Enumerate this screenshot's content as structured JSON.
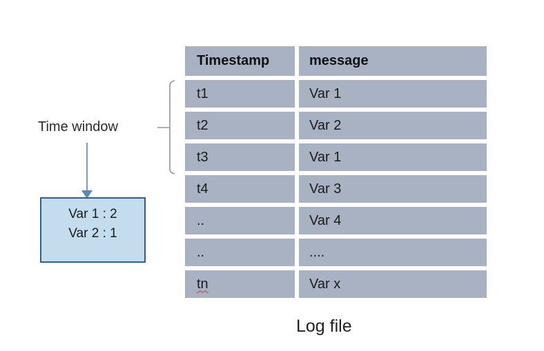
{
  "diagram": {
    "time_window_label": "Time window",
    "summary_box": {
      "lines": [
        "Var 1 : 2",
        "Var 2 : 1"
      ]
    },
    "caption": "Log file"
  },
  "table": {
    "headers": {
      "timestamp": "Timestamp",
      "message": "message"
    },
    "rows": [
      {
        "timestamp": "t1",
        "message": "Var 1"
      },
      {
        "timestamp": "t2",
        "message": "Var 2"
      },
      {
        "timestamp": "t3",
        "message": "Var 1"
      },
      {
        "timestamp": "t4",
        "message": "Var 3"
      },
      {
        "timestamp": "..",
        "message": "Var 4"
      },
      {
        "timestamp": "..",
        "message": "...."
      },
      {
        "timestamp": "tn",
        "message": "Var x"
      }
    ],
    "time_window_row_count": 3
  },
  "colors": {
    "table_cell": "#a9b2c2",
    "box_fill": "#c3dcee",
    "box_border": "#2e5f8d",
    "arrow": "#5b87b8",
    "bracket": "#8b95a3",
    "spellcheck": "#cc3b2f"
  }
}
